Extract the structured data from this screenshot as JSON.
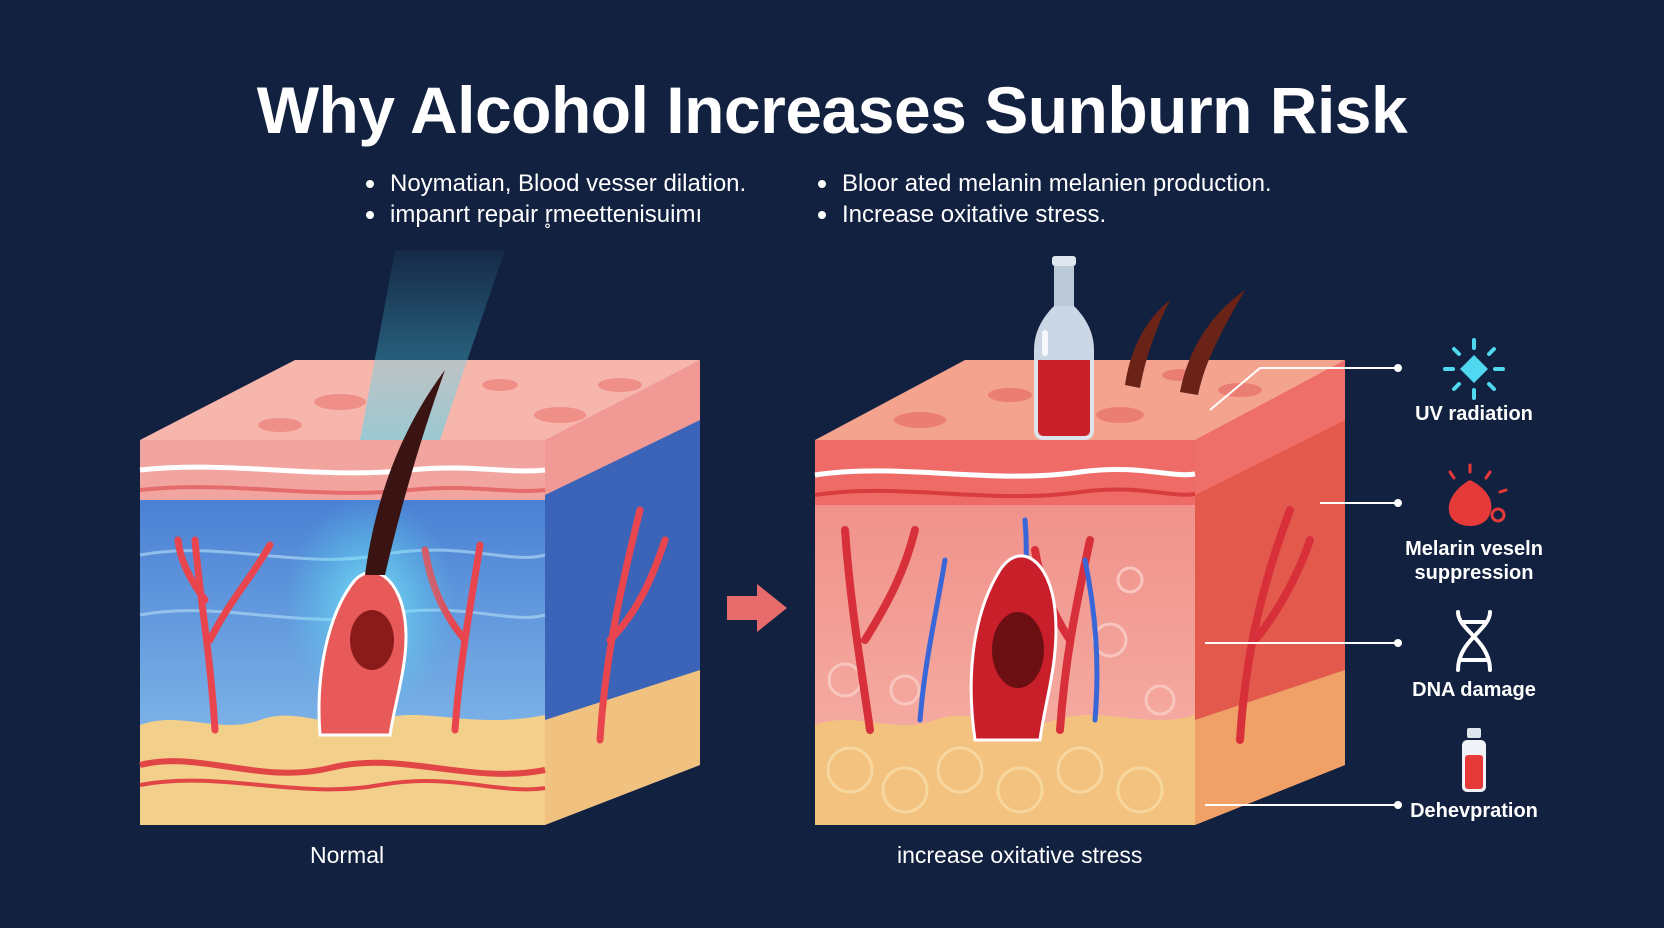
{
  "title": "Why Alcohol Increases Sunburn Risk",
  "bullets": [
    "Noymatian, Blood vesser dilation.",
    "Bloor ated melanin melanien production.",
    "impanrt repair  r̥meettenisuimı",
    "Increase oxitative stress."
  ],
  "captions": {
    "normal": "Normal",
    "alcohol": "increase oxitative stress"
  },
  "side_labels": {
    "uv": "UV radiation",
    "melanin": "Melarin veseln suppression",
    "dna": "DNA damage",
    "dehydration": "Dehevpration"
  },
  "icons": [
    "sun-icon",
    "red-drop-icon",
    "dna-icon",
    "bottle-icon",
    "arrow-right-icon"
  ],
  "colors": {
    "background": "#12213f",
    "accent_red": "#e84a4a",
    "skin_pink": "#f4a3a0",
    "dermis_blue": "#4a7fd6",
    "uv_cyan": "#4fd8f0"
  }
}
